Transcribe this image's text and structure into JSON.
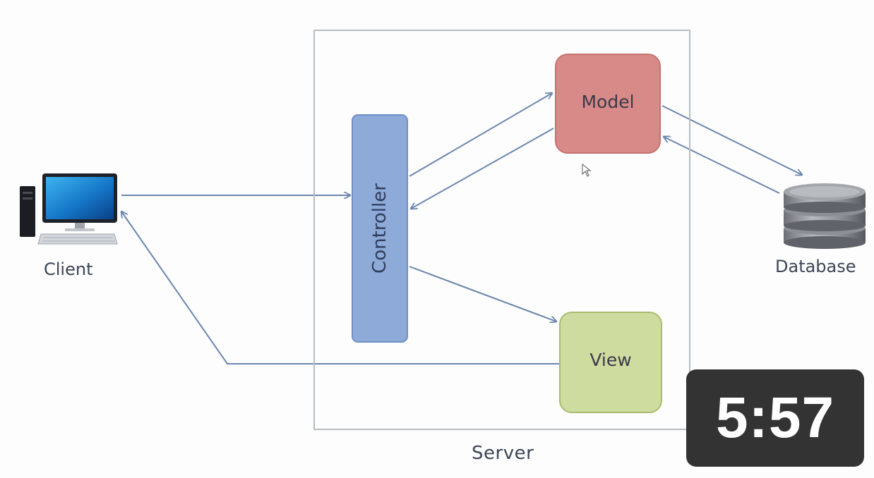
{
  "diagram": {
    "server_label": "Server",
    "client_label": "Client",
    "database_label": "Database",
    "controller_label": "Controller",
    "model_label": "Model",
    "view_label": "View"
  },
  "video": {
    "duration": "5:57"
  },
  "icons": {
    "client": "desktop-computer-icon",
    "database": "database-cylinder-icon",
    "cursor": "mouse-pointer-icon"
  },
  "colors": {
    "controller": "#8eaad8",
    "model": "#d88a88",
    "view": "#cfdca0",
    "arrow": "#6b86ad",
    "badge": "#333333"
  }
}
